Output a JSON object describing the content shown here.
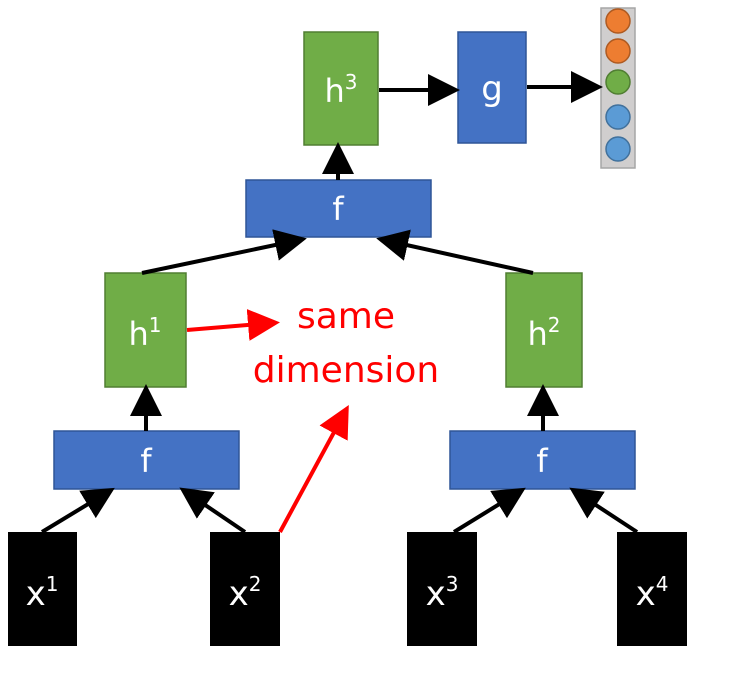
{
  "colors": {
    "f_box": "#4472c4",
    "f_border": "#2f5597",
    "h_box": "#70ad47",
    "h_border": "#507e32",
    "x_box": "#000000",
    "text_light": "#ffffff",
    "arrow": "#000000",
    "annotation": "#ff0000",
    "output_bg": "#d0cece",
    "output_orange": "#ed7d31",
    "output_green": "#70ad47",
    "output_blue": "#5b9bd5"
  },
  "inputs": [
    {
      "base": "x",
      "sup": "1"
    },
    {
      "base": "x",
      "sup": "2"
    },
    {
      "base": "x",
      "sup": "3"
    },
    {
      "base": "x",
      "sup": "4"
    }
  ],
  "f_boxes": [
    {
      "label": "f"
    },
    {
      "label": "f"
    },
    {
      "label": "f"
    }
  ],
  "hidden": [
    {
      "base": "h",
      "sup": "1"
    },
    {
      "base": "h",
      "sup": "2"
    },
    {
      "base": "h",
      "sup": "3"
    }
  ],
  "g_box": {
    "label": "g"
  },
  "annotation": {
    "line1": "same",
    "line2": "dimension"
  },
  "output_vector": [
    "orange",
    "orange",
    "green",
    "blue",
    "blue"
  ],
  "icons": {
    "arrows": "arrow-icon"
  }
}
